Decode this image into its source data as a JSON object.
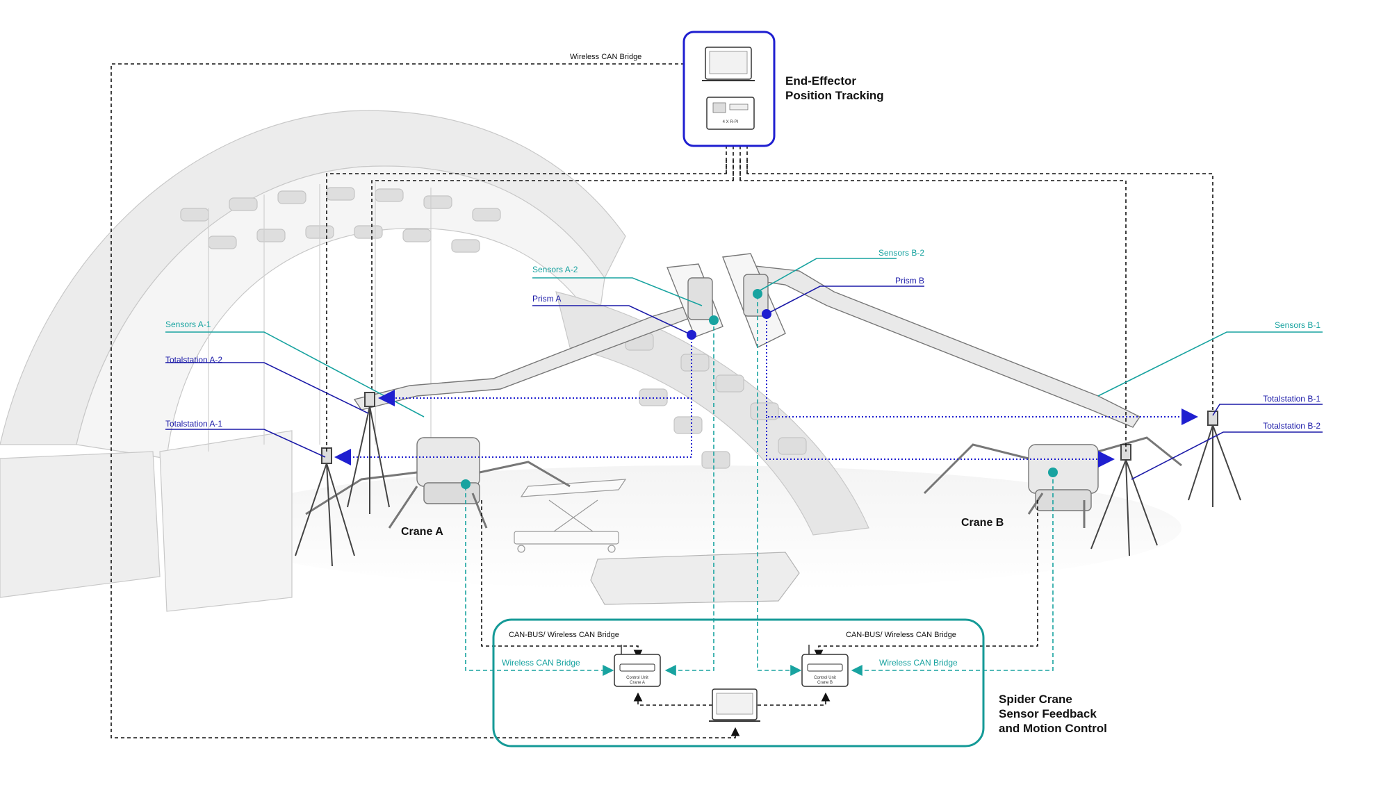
{
  "labels": {
    "wireless_can_bridge_top": "Wireless CAN Bridge",
    "end_effector_line1": "End-Effector",
    "end_effector_line2": "Position Tracking",
    "pi_device": "4 X R-PI",
    "sensors_a2": "Sensors A-2",
    "prism_a": "Prism A",
    "sensors_a1": "Sensors A-1",
    "totalstation_a2": "Totalstation A-2",
    "totalstation_a1": "Totalstation A-1",
    "sensors_b2": "Sensors B-2",
    "prism_b": "Prism B",
    "sensors_b1": "Sensors B-1",
    "totalstation_b1": "Totalstation B-1",
    "totalstation_b2": "Totalstation B-2",
    "crane_a": "Crane A",
    "crane_b": "Crane B",
    "canbus_left": "CAN-BUS/ Wireless CAN Bridge",
    "canbus_right": "CAN-BUS/ Wireless CAN Bridge",
    "wireless_left": "Wireless CAN Bridge",
    "wireless_right": "Wireless CAN Bridge",
    "control_a_line1": "Control Unit",
    "control_a_line2": "Crane A",
    "control_b_line1": "Control Unit",
    "control_b_line2": "Crane B",
    "spider_line1": "Spider Crane",
    "spider_line2": "Sensor Feedback",
    "spider_line3": "and Motion Control"
  },
  "colors": {
    "teal": "#18a3a0",
    "blue": "#1b1aa8",
    "black": "#111111",
    "box_blue": "#1f1fd0",
    "box_teal": "#159a97"
  }
}
